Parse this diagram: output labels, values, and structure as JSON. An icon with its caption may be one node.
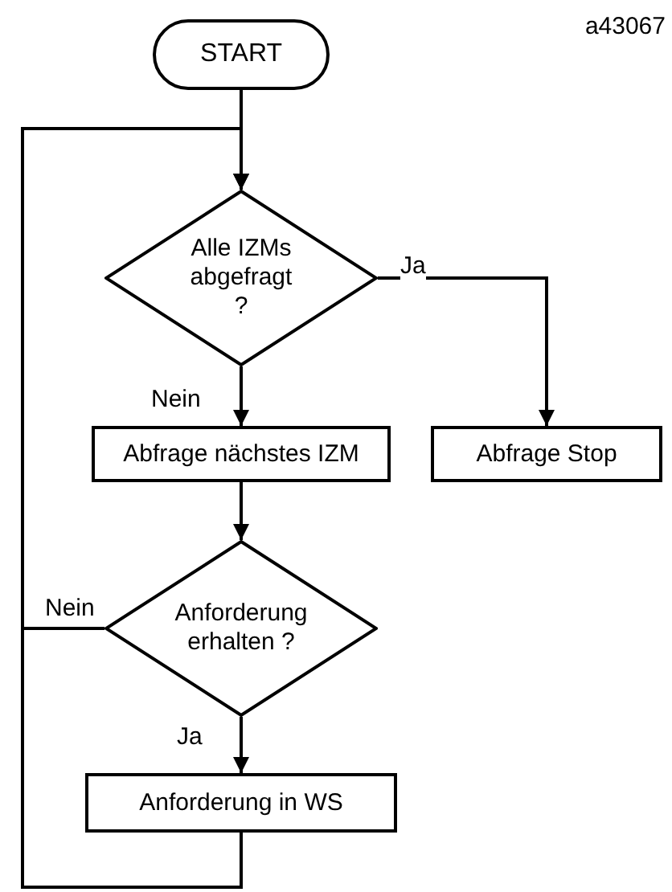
{
  "diagram": {
    "nodes": [
      {
        "text": [
          "START"
        ]
      },
      {
        "text": [
          "Alle IZMs abgefragt ?"
        ]
      },
      {
        "text": [
          "Abfrage nächstes IZM"
        ]
      },
      {
        "text": [
          "Abfrage Stop"
        ]
      },
      {
        "text": [
          "Anforderung erhalten ?"
        ]
      },
      {
        "text": [
          "Anforderung in WS"
        ]
      }
    ],
    "edges": [
      {
        "from": 0,
        "to": 1,
        "arrow": "to"
      },
      {
        "from": 1,
        "to": 2,
        "arrow": "to",
        "label": "Nein"
      },
      {
        "from": 1,
        "to": 3,
        "arrow": "to",
        "label": "Ja"
      },
      {
        "from": 2,
        "to": 4,
        "arrow": "to"
      },
      {
        "from": 4,
        "to": 1,
        "arrow": "to",
        "label": "Nein"
      },
      {
        "from": 4,
        "to": 5,
        "arrow": "to",
        "label": "Ja"
      },
      {
        "from": 5,
        "to": 1,
        "arrow": "to"
      }
    ],
    "labels": [
      "a43067"
    ]
  }
}
